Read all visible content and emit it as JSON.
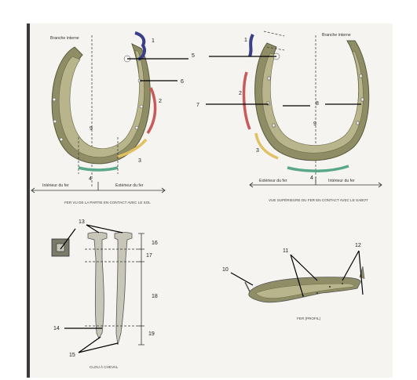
{
  "top_left": {
    "label_branch": "Branche interne",
    "label_inner": "Intérieur du fer",
    "label_outer": "Extérieur du fer",
    "caption": "FER VU DE LA PARTIE EN CONTACT AVEC LE SOL",
    "nums": [
      "1",
      "5",
      "6",
      "2",
      "9",
      "3",
      "4"
    ]
  },
  "top_right": {
    "label_branch": "Branche interne",
    "label_outer": "Extérieur du fer",
    "label_inner": "Intérieur du fer",
    "caption": "VUE SUPÉRIEURE DU FER EN CONTACT AVEC LE SABOT",
    "nums": [
      "1",
      "7",
      "2",
      "8",
      "9",
      "3",
      "4"
    ]
  },
  "bottom_left": {
    "caption": "CLOU À CHEVAL",
    "nums": [
      "13",
      "16",
      "17",
      "18",
      "14",
      "19",
      "15"
    ]
  },
  "bottom_right": {
    "caption": "FER (PROFIL)",
    "nums": [
      "11",
      "12",
      "10"
    ]
  },
  "colors": {
    "navy": "#3b3f8a",
    "red": "#c85a5a",
    "yellow": "#e0c060",
    "teal": "#5aa88a",
    "shoe": "#8f8d66"
  }
}
